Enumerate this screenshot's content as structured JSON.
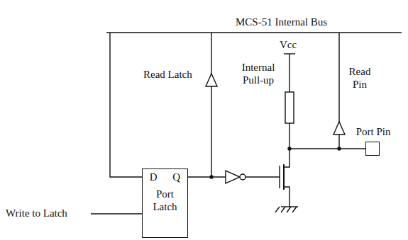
{
  "diagram": {
    "nodes": [
      {
        "text": [
          "D Q",
          "Port",
          "Latch"
        ]
      },
      {
        "text": [
          "Port Pin"
        ]
      }
    ],
    "labels": [
      "MCS-51 Internal Bus",
      "Vcc",
      "Internal Pull-up",
      "Read Latch",
      "Read Pin",
      "Write to Latch"
    ]
  }
}
